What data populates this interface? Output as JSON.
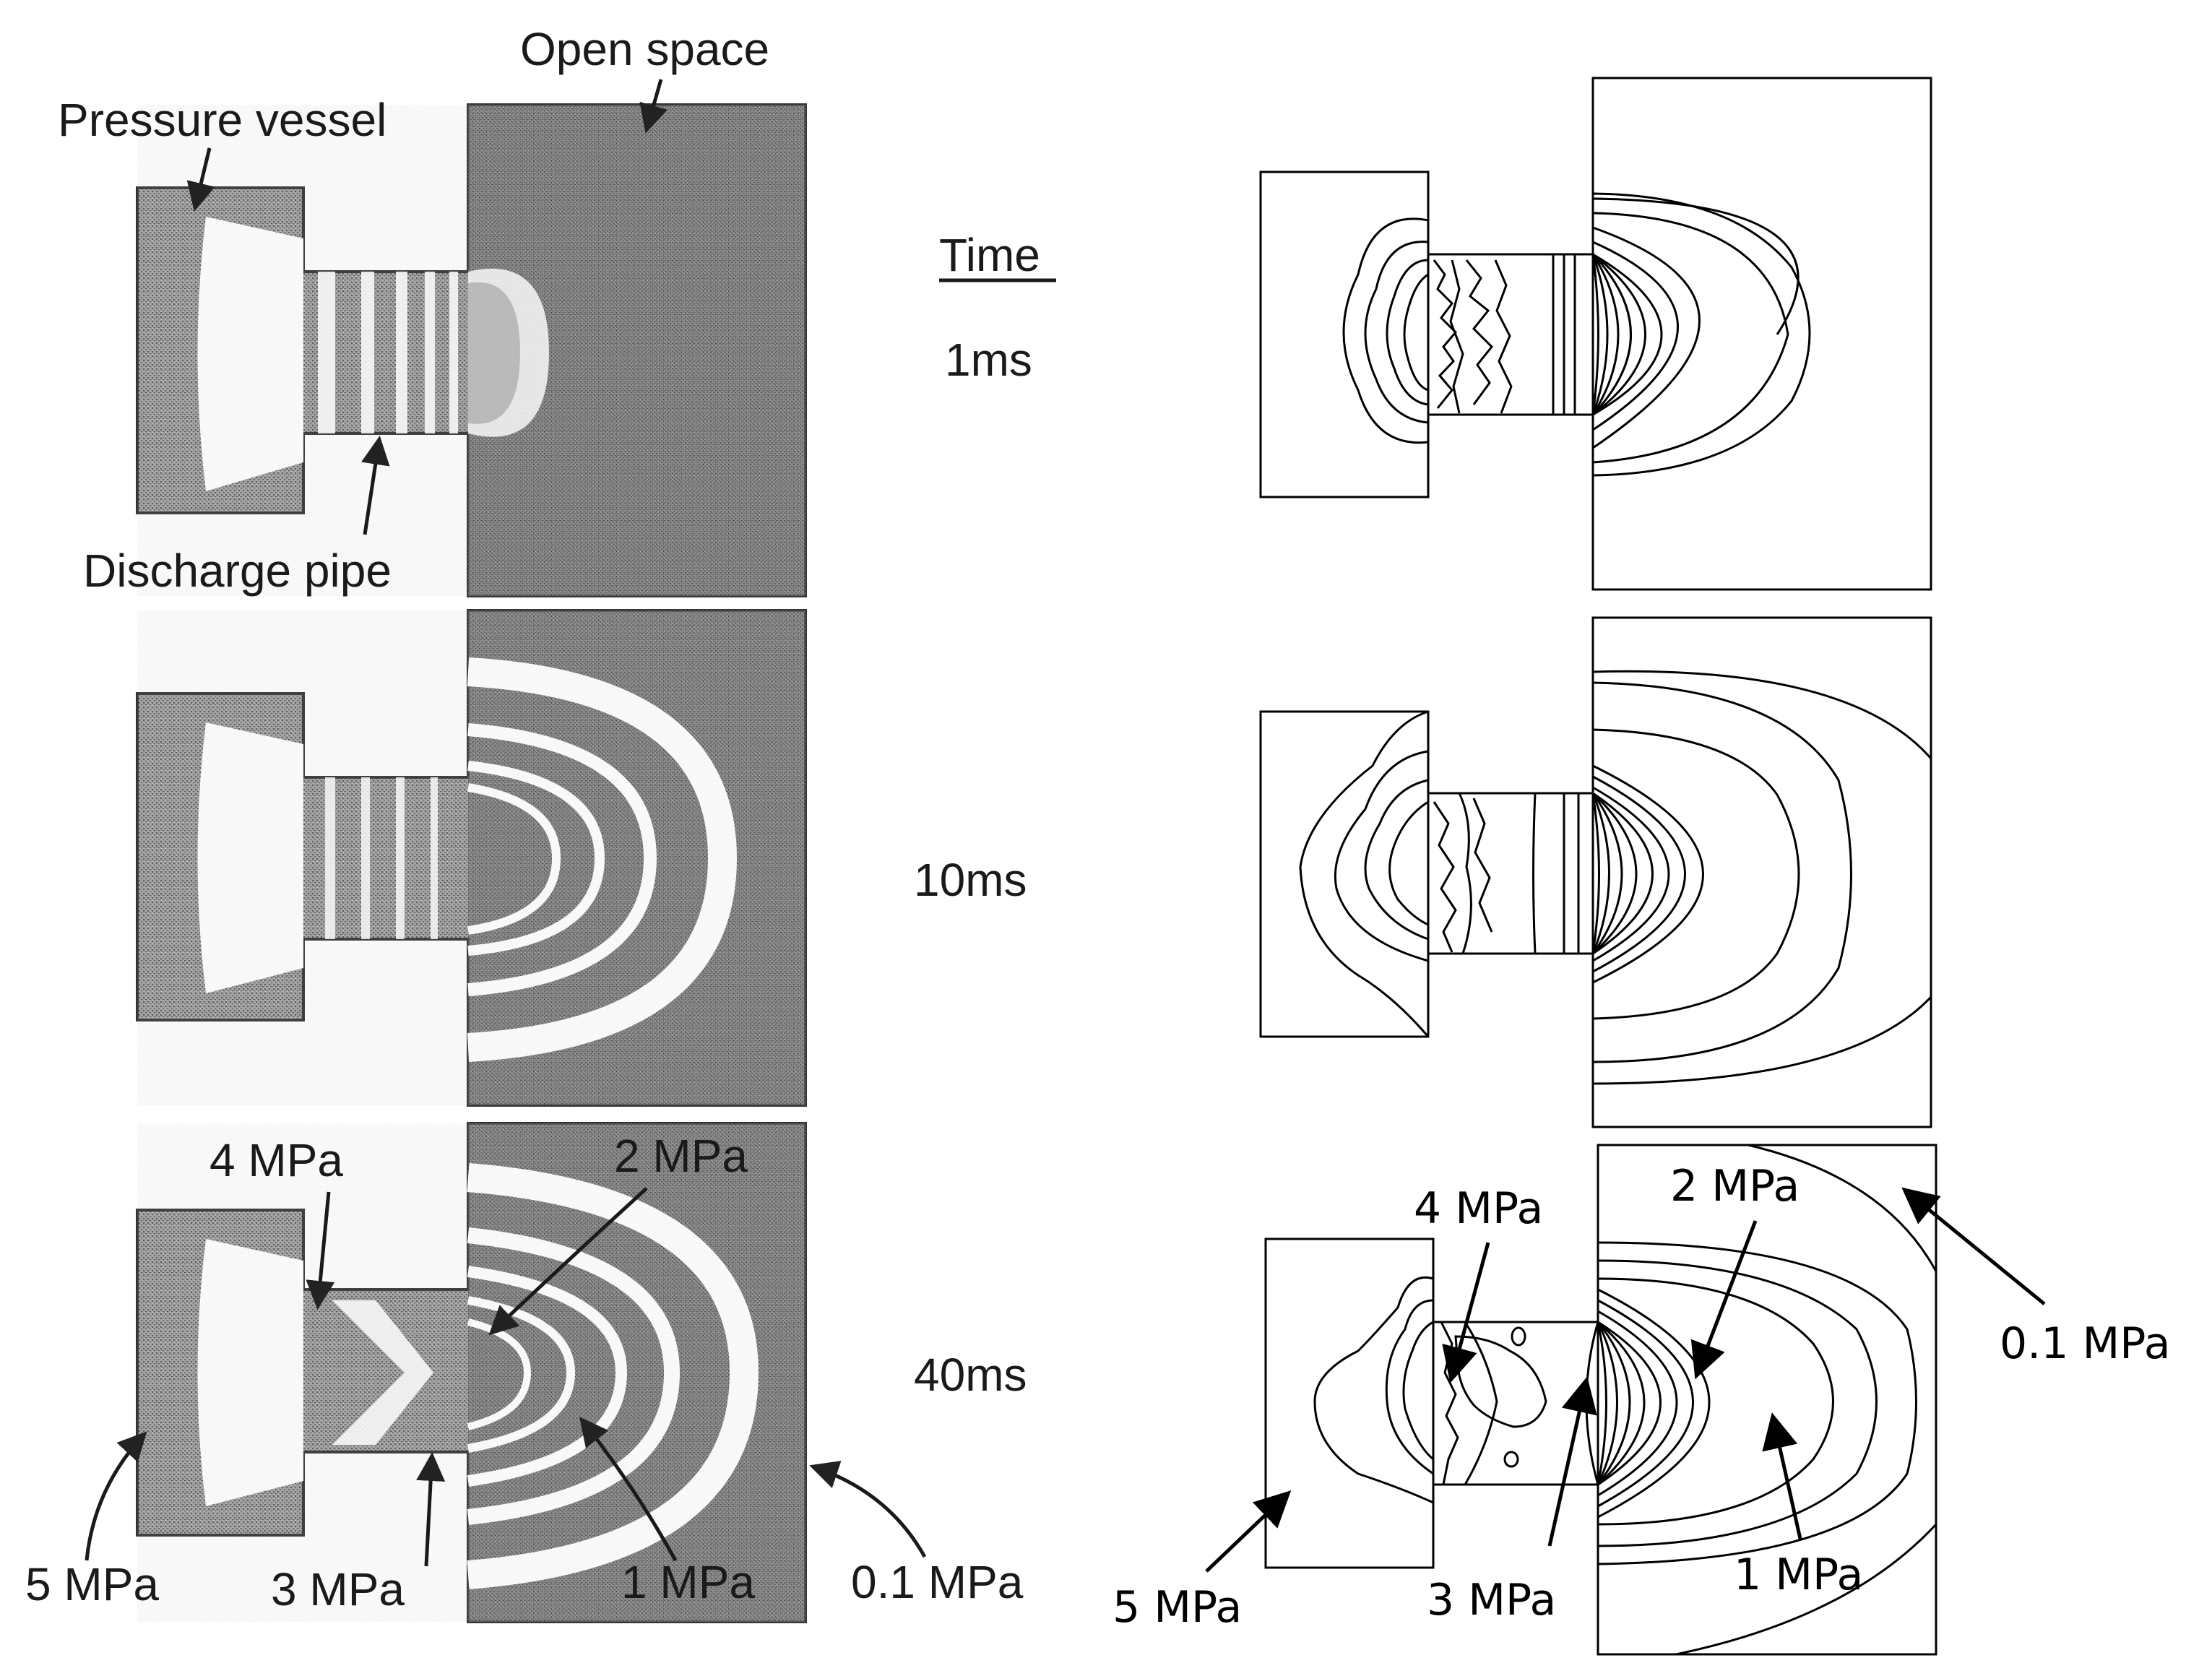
{
  "left_panel": {
    "label_pressure_vessel": "Pressure vessel",
    "label_open_space": "Open space",
    "label_discharge_pipe": "Discharge pipe",
    "label_4mpa": "4 MPa",
    "label_2mpa": "2 MPa",
    "label_5mpa": "5 MPa",
    "label_3mpa": "3 MPa",
    "label_1mpa": "1 MPa",
    "label_01mpa": "0.1 MPa"
  },
  "time_column": {
    "heading": "Time",
    "t1": "1ms",
    "t2": "10ms",
    "t3": "40ms"
  },
  "right_panel": {
    "label_4mpa": "4 MPa",
    "label_2mpa": "2 MPa",
    "label_01mpa": "0.1 MPa",
    "label_5mpa": "5 MPa",
    "label_3mpa": "3 MPa",
    "label_1mpa": "1 MPa"
  },
  "colors": {
    "ink": "#000000",
    "gray_field": "#8a8a8a",
    "background": "#ffffff"
  }
}
